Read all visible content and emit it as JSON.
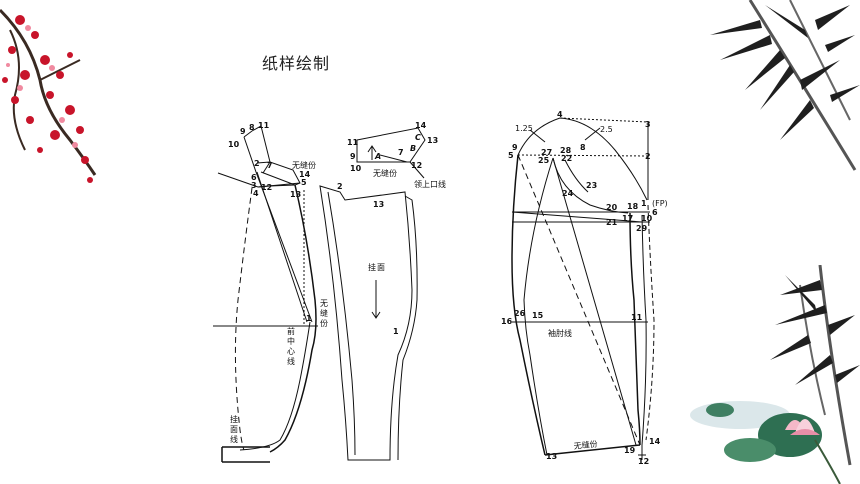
{
  "slide": {
    "title": "纸样绘制"
  },
  "diagram": {
    "front": {
      "points": [
        "9",
        "8",
        "11",
        "10",
        "2",
        "7",
        "6",
        "3",
        "4",
        "12",
        "14",
        "5",
        "13",
        "1"
      ],
      "texts": {
        "no_seam": "无缝份",
        "no_seam_vertical": [
          "无",
          "缝",
          "份"
        ],
        "front_center_line": [
          "前",
          "中",
          "心",
          "线"
        ],
        "facing_line": [
          "挂",
          "面",
          "线"
        ]
      }
    },
    "collar": {
      "points": [
        "11",
        "14",
        "9",
        "10",
        "12",
        "13",
        "7"
      ],
      "letters": [
        "A",
        "B",
        "C"
      ],
      "texts": {
        "no_seam": "无缝份",
        "collar_top_line": "领上口线"
      }
    },
    "facing": {
      "points": [
        "2",
        "13",
        "1"
      ],
      "texts": {
        "facing": [
          "挂",
          "面"
        ]
      }
    },
    "sleeve": {
      "points": [
        "4",
        "3",
        "9",
        "5",
        "2",
        "1",
        "27",
        "28",
        "25",
        "22",
        "8",
        "23",
        "24",
        "20",
        "21",
        "18",
        "17",
        "10",
        "6",
        "29",
        "16",
        "26",
        "15",
        "11",
        "13",
        "19",
        "14",
        "12"
      ],
      "measurements": [
        "1.25",
        "2.5"
      ],
      "fp": "(FP)",
      "texts": {
        "elbow_line": "袖肘线",
        "no_seam": "无缝份"
      }
    }
  }
}
